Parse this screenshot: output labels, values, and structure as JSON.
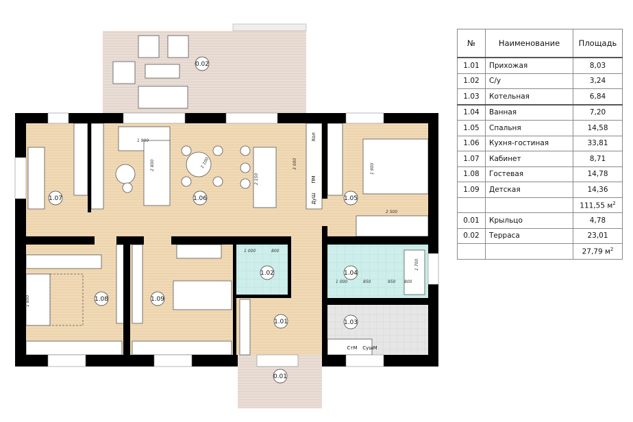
{
  "table": {
    "headers": {
      "no": "№",
      "name": "Наименование",
      "area": "Площадь"
    },
    "rows": [
      {
        "no": "1.01",
        "name": "Прихожая",
        "area": "8,03"
      },
      {
        "no": "1.02",
        "name": "С/у",
        "area": "3,24"
      },
      {
        "no": "1.03",
        "name": "Котельная",
        "area": "6,84"
      },
      {
        "no": "1.04",
        "name": "Ванная",
        "area": "7,20"
      },
      {
        "no": "1.05",
        "name": "Спальня",
        "area": "14,58"
      },
      {
        "no": "1.06",
        "name": "Кухня-гостиная",
        "area": "33,81"
      },
      {
        "no": "1.07",
        "name": "Кабинет",
        "area": "8,71"
      },
      {
        "no": "1.08",
        "name": "Гостевая",
        "area": "14,78"
      },
      {
        "no": "1.09",
        "name": "Детская",
        "area": "14,36"
      }
    ],
    "total_inner": "111,55 м",
    "outer_rows": [
      {
        "no": "0.01",
        "name": "Крыльцо",
        "area": "4,78"
      },
      {
        "no": "0.02",
        "name": "Терраса",
        "area": "23,01"
      }
    ],
    "total_outer": "27,79 м",
    "unit_sup": "2"
  },
  "plan": {
    "rooms": {
      "r101": "1.01",
      "r102": "1.02",
      "r103": "1.03",
      "r104": "1.04",
      "r105": "1.05",
      "r106": "1.06",
      "r107": "1.07",
      "r108": "1.08",
      "r109": "1.09",
      "r001": "0.01",
      "r002": "0.02"
    },
    "dims": {
      "d1": "1 900",
      "d2": "2 800",
      "d3": "1 100",
      "d4": "2 150",
      "d5": "3 000",
      "d6": "1 900",
      "d7": "2 500",
      "d8": "1 000",
      "d9": "800",
      "d10": "1 800",
      "d11": "1 000",
      "d12": "850",
      "d13": "950",
      "d14": "800",
      "d15": "1 700"
    },
    "appliances": {
      "fridge": "Хол",
      "dishwasher": "ПМ",
      "shower": "ДуШ",
      "washer": "СтМ",
      "dryer": "СушМ"
    },
    "colors": {
      "wood": "#f0d9b5",
      "tile": "#cdeeea",
      "grey": "#e6e6e6",
      "terrace": "#e9ddd5",
      "wall": "#000000"
    }
  }
}
